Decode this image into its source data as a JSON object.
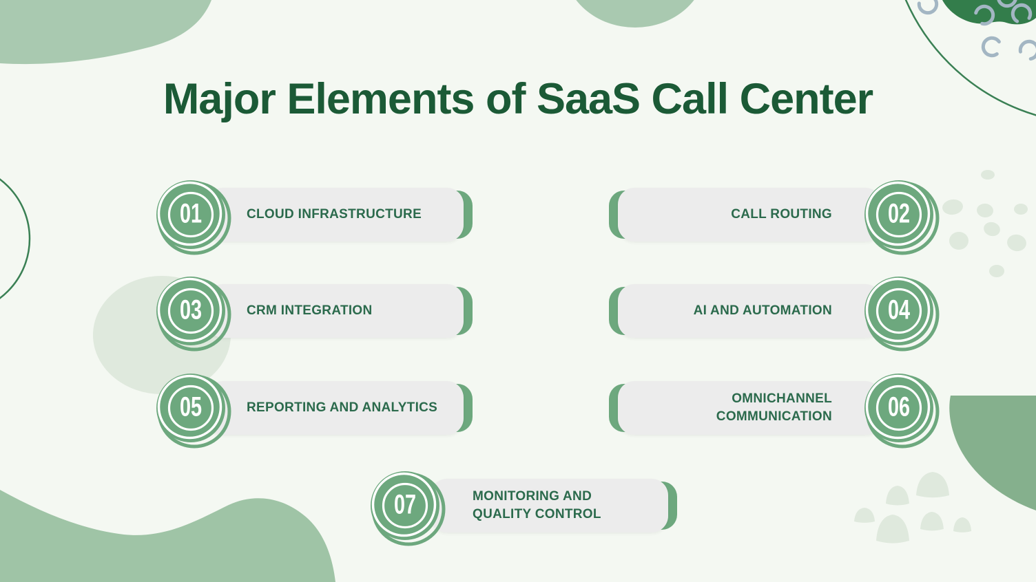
{
  "title": "Major Elements of SaaS Call Center",
  "items": [
    {
      "number": "01",
      "label": "CLOUD INFRASTRUCTURE",
      "side": "left"
    },
    {
      "number": "02",
      "label": "CALL ROUTING",
      "side": "right"
    },
    {
      "number": "03",
      "label": "CRM INTEGRATION",
      "side": "left"
    },
    {
      "number": "04",
      "label": "AI AND AUTOMATION",
      "side": "right"
    },
    {
      "number": "05",
      "label": "REPORTING AND ANALYTICS",
      "side": "left"
    },
    {
      "number": "06",
      "label": "OMNICHANNEL COMMUNICATION",
      "side": "right"
    },
    {
      "number": "07",
      "label": "MONITORING AND QUALITY CONTROL",
      "side": "center"
    }
  ],
  "colors": {
    "background": "#f4f8f2",
    "title_green": "#1b5a36",
    "label_green": "#2b6a4c",
    "accent": "#6da87e",
    "pill_gray": "#ececec",
    "sage": "#a9c9b0",
    "sage_wave": "#9fc4a6",
    "corner_green": "#85b08d",
    "dark_green": "#337d4b",
    "pale": "#dfe9dd",
    "doodle_blue": "#a3b6c3",
    "arc_green": "#3a8054"
  }
}
